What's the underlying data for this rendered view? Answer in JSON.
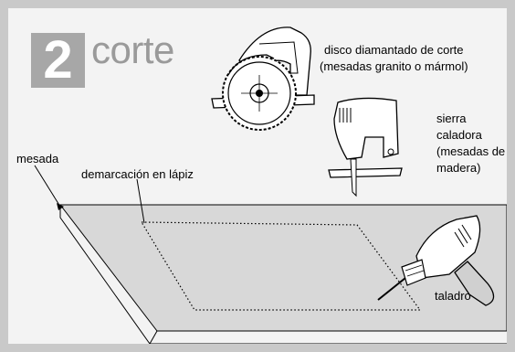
{
  "step": {
    "number": "2",
    "title": "corte"
  },
  "labels": {
    "circular_saw_line1": "disco diamantado de corte",
    "circular_saw_line2": "(mesadas granito o mármol)",
    "jigsaw_line1": "sierra",
    "jigsaw_line2": "caladora",
    "jigsaw_line3": "(mesadas de",
    "jigsaw_line4": "madera)",
    "countertop": "mesada",
    "pencil_mark": "demarcación en lápiz",
    "drill": "taladro"
  },
  "icons": [
    "circular-saw-icon",
    "jigsaw-icon",
    "drill-icon"
  ],
  "colors": {
    "frame": "#c9c9c9",
    "background": "#f3f3f3",
    "countertop": "#d8d8d8",
    "badge": "#a7a7a7",
    "title": "#9a9a9a"
  }
}
